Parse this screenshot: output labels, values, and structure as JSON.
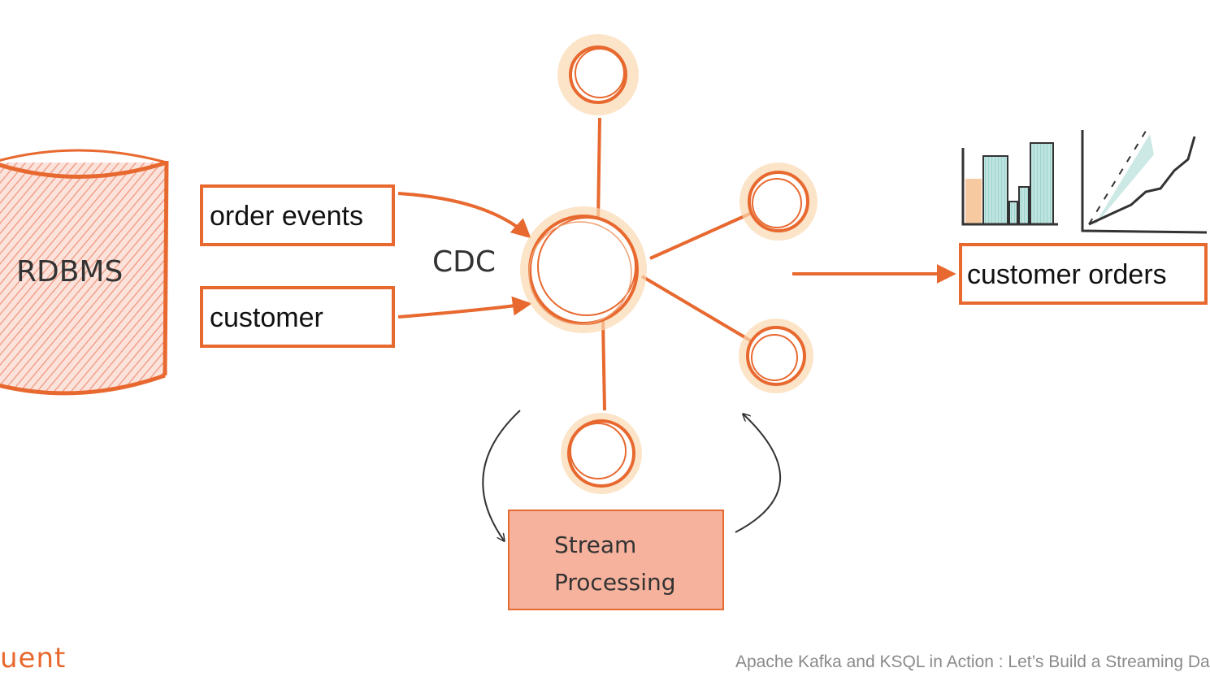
{
  "diagram": {
    "source": {
      "label": "RDBMS"
    },
    "tables": [
      {
        "label": "order events"
      },
      {
        "label": "customer"
      }
    ],
    "cdc_label": "CDC",
    "processor": {
      "line1": "Stream",
      "line2": "Processing"
    },
    "output": {
      "label": "customer orders"
    }
  },
  "footer": {
    "brand": "uent",
    "caption": "Apache Kafka and KSQL in Action : Let’s Build a Streaming Dat"
  },
  "colors": {
    "accent": "#e8692f",
    "glow": "#fbd9b0",
    "fill": "#f4a48c",
    "teal": "#8fcfc8",
    "dark": "#333333"
  }
}
